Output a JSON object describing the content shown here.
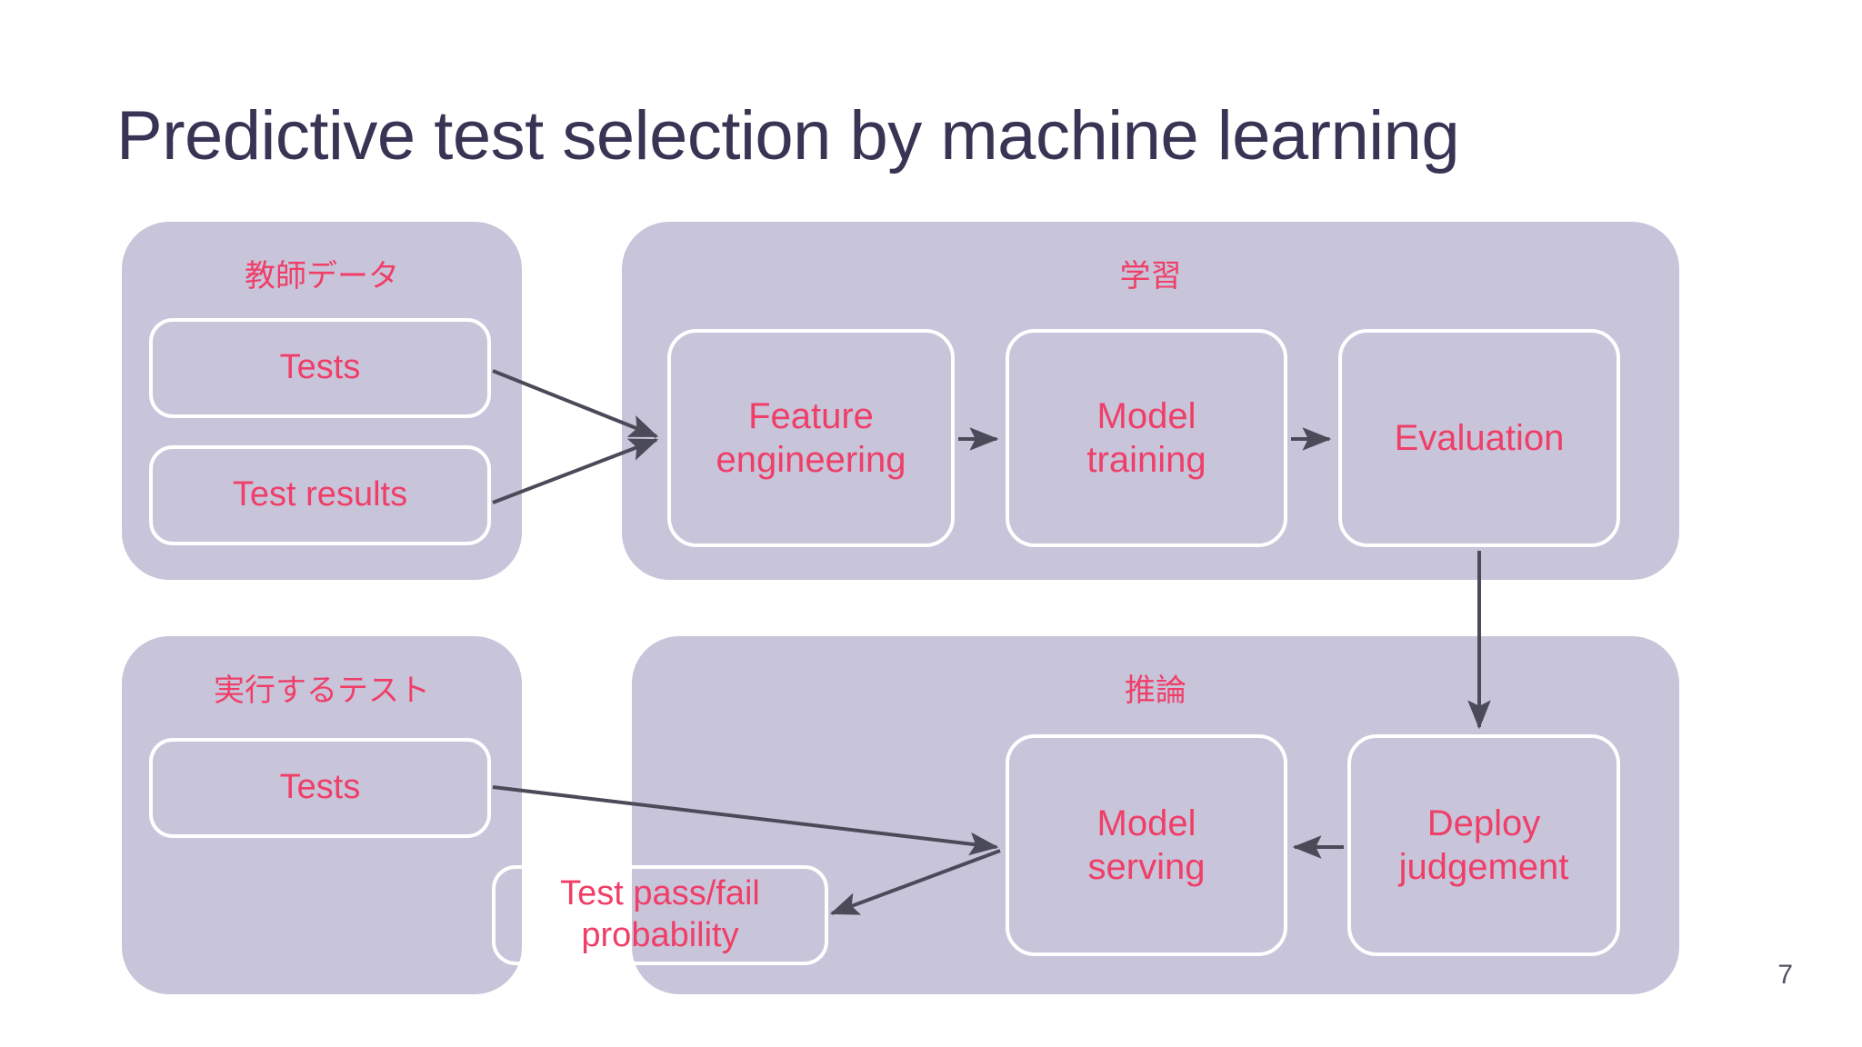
{
  "slide": {
    "title": "Predictive test selection by machine learning",
    "page_number": "7",
    "title_color": "#393354",
    "accent_color": "#ef3f68",
    "panel_color": "#c8c4da",
    "box_border_color": "#ffffff",
    "arrow_color": "#4b4a58",
    "background_color": "#ffffff"
  },
  "panels": {
    "training_data": {
      "label": "教師データ",
      "nodes": [
        {
          "label": "Tests"
        },
        {
          "label": "Test results"
        }
      ]
    },
    "learning": {
      "label": "学習",
      "nodes": [
        {
          "line1": "Feature",
          "line2": "engineering"
        },
        {
          "line1": "Model",
          "line2": "training"
        },
        {
          "line1": "Evaluation",
          "line2": ""
        }
      ]
    },
    "tests_to_run": {
      "label": "実行するテスト",
      "nodes": [
        {
          "label": "Tests"
        },
        {
          "line1": "Test pass/fail",
          "line2": "probability"
        }
      ]
    },
    "inference": {
      "label": "推論",
      "nodes": [
        {
          "line1": "Model",
          "line2": "serving"
        },
        {
          "line1": "Deploy",
          "line2": "judgement"
        }
      ]
    }
  },
  "edges": [
    {
      "from": "Tests (training data)",
      "to": "Feature engineering"
    },
    {
      "from": "Test results",
      "to": "Feature engineering"
    },
    {
      "from": "Feature engineering",
      "to": "Model training"
    },
    {
      "from": "Model training",
      "to": "Evaluation"
    },
    {
      "from": "Evaluation",
      "to": "Deploy judgement"
    },
    {
      "from": "Deploy judgement",
      "to": "Model serving"
    },
    {
      "from": "Tests (tests to run)",
      "to": "Model serving"
    },
    {
      "from": "Model serving",
      "to": "Test pass/fail probability"
    }
  ]
}
